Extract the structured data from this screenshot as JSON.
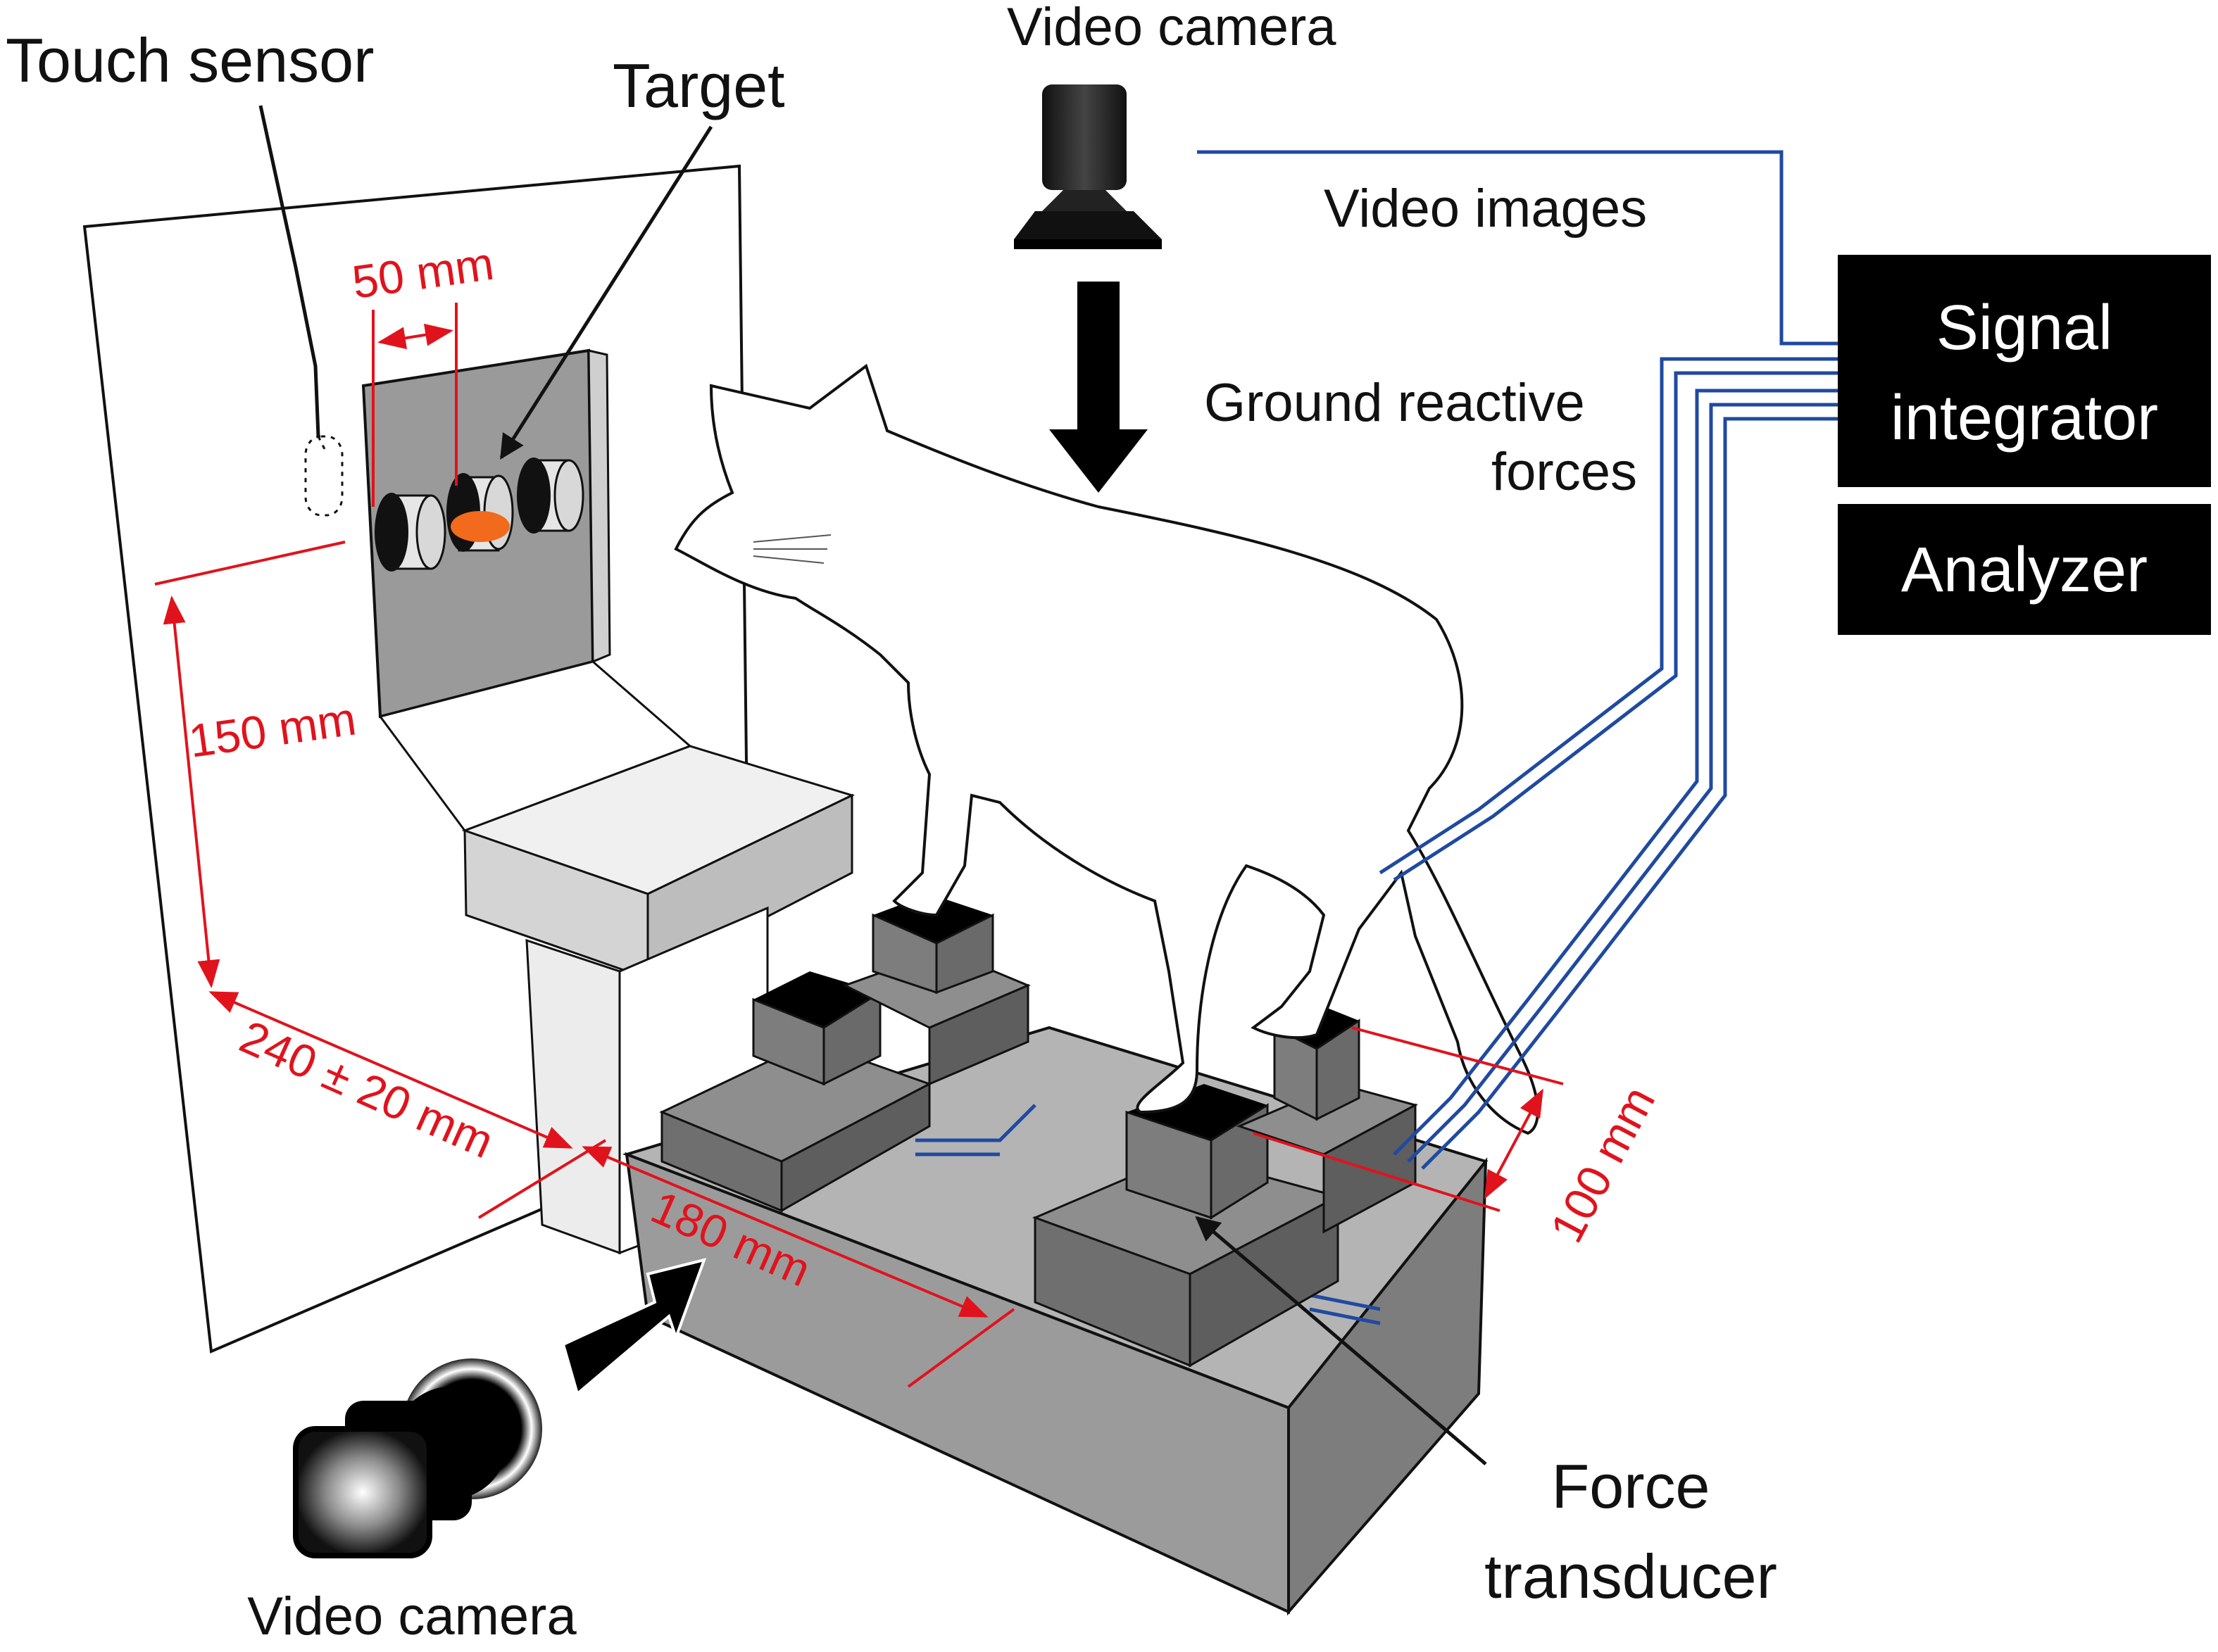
{
  "labels": {
    "touch_sensor": "Touch sensor",
    "target": "Target",
    "top_camera": "Video camera",
    "video_images": "Video images",
    "ground_forces_line1": "Ground reactive",
    "ground_forces_line2": "forces",
    "signal_integrator_line1": "Signal",
    "signal_integrator_line2": "integrator",
    "analyzer": "Analyzer",
    "force_transducer_line1": "Force",
    "force_transducer_line2": "transducer",
    "side_camera": "Video camera"
  },
  "dimensions": {
    "target_spacing": "50 mm",
    "target_height": "150 mm",
    "wall_distance": "240 ± 20 mm",
    "platform_length": "180 mm",
    "platform_width": "100 mm"
  },
  "colors": {
    "dimension_red": "#e0131d",
    "wire_blue": "#1f4aa0",
    "box_black": "#000000",
    "target_orange": "#f26a1b"
  }
}
